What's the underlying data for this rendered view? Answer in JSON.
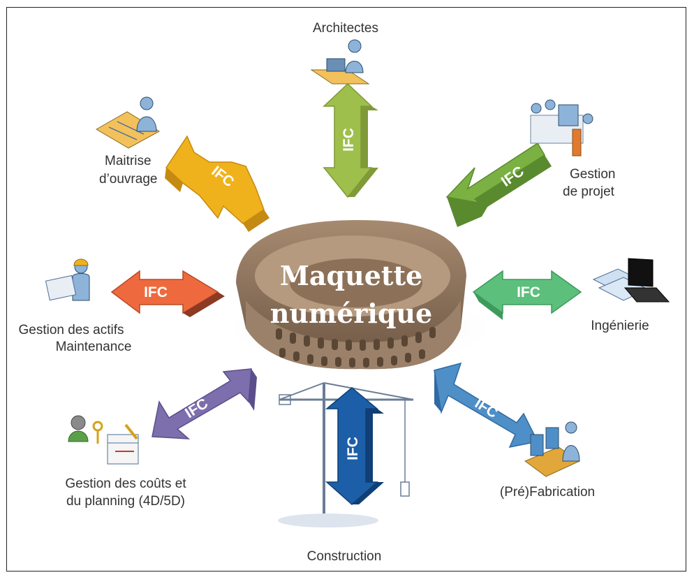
{
  "center": {
    "line1": "Maquette",
    "line2": "numérique"
  },
  "connector_label": "IFC",
  "stakeholders": {
    "architectes": {
      "label": "Architectes",
      "color": "#9fbf4c"
    },
    "gestion_projet": {
      "line1": "Gestion",
      "line2": "de projet",
      "color": "#7ab142"
    },
    "ingenierie": {
      "label": "Ingénierie",
      "color": "#5dbf7c"
    },
    "prefabrication": {
      "label": "(Pré)Fabrication",
      "color": "#4f8fc7"
    },
    "construction": {
      "label": "Construction",
      "color": "#1c5fa8"
    },
    "couts_planning": {
      "line1": "Gestion des coûts et",
      "line2": "du planning (4D/5D)",
      "color": "#7d6fae"
    },
    "actifs_maintenance": {
      "line1": "Gestion des actifs",
      "line2": "Maintenance",
      "color": "#ee6a3e"
    },
    "maitrise_ouvrage": {
      "line1": "Maitrise",
      "line2": "d’ouvrage",
      "color": "#f0b21c"
    }
  }
}
